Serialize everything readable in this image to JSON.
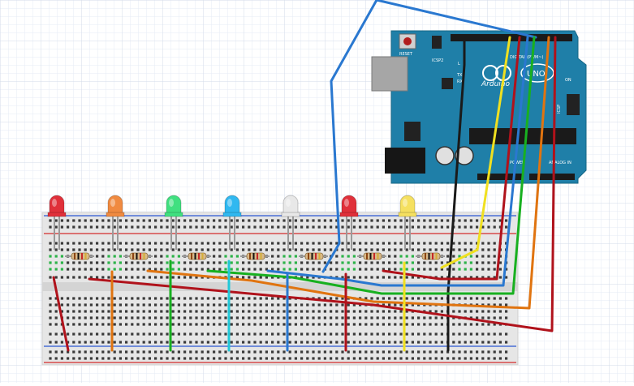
{
  "colors": {
    "grid": "#dde3f0",
    "breadboard": "#e6e6e6",
    "rail_blue": "#4a6fd6",
    "rail_red": "#d64a4a",
    "arduino": "#1f7fa8",
    "arduino_dark": "#176786",
    "wire_blue": "#2a78d0",
    "wire_red": "#b0121b",
    "wire_black": "#1a1a1a",
    "wire_yellow": "#f0e020",
    "wire_green": "#18b020",
    "wire_orange": "#e07410",
    "wire_cyan": "#20c8d8"
  },
  "arduino": {
    "brand": "Arduino",
    "model": "UNO",
    "reset_label": "RESET",
    "icsp2_label": "ICSP2",
    "icsp_label": "ICSP",
    "on_label": "ON",
    "tx_label": "TX",
    "rx_label": "RX",
    "l_label": "L",
    "digital_label": "DIGITAL (PWM~)",
    "power_label": "POWER",
    "analog_label": "ANALOG IN"
  },
  "leds": [
    {
      "color": "red",
      "hex": "#e0303a"
    },
    {
      "color": "orange",
      "hex": "#f08a40"
    },
    {
      "color": "green",
      "hex": "#40e080"
    },
    {
      "color": "blue",
      "hex": "#30b8f0"
    },
    {
      "color": "white",
      "hex": "#e8e8e8"
    },
    {
      "color": "red",
      "hex": "#e0303a"
    },
    {
      "color": "yellow",
      "hex": "#f5e060"
    }
  ],
  "resistor_count": 7
}
